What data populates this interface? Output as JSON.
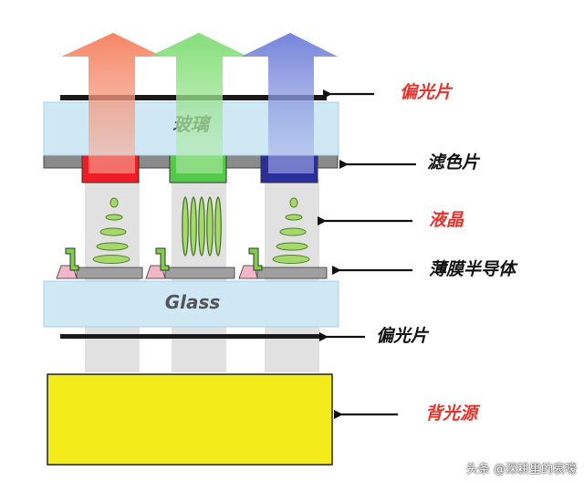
{
  "layers": {
    "top_polarizer": "偏光片",
    "glass_top": "玻璃",
    "color_filter": "滤色片",
    "liquid_crystal": "液晶",
    "tft": "薄膜半导体",
    "glass_bottom": "Glass",
    "bottom_polarizer": "偏光片",
    "backlight": "背光源"
  },
  "watermark": "头条 @深耕里的哀嚎",
  "colors": {
    "label_red": "#e8322c",
    "label_black": "#111111",
    "glass": "#cfe8f4",
    "backlight": "#f4ec1a",
    "filter_red": "#ee1c24",
    "filter_green": "#55c94a",
    "filter_blue": "#2a2e9a",
    "arrow_red": "#f5805e",
    "arrow_green": "#86e07c",
    "arrow_blue": "#6d7ed8"
  }
}
